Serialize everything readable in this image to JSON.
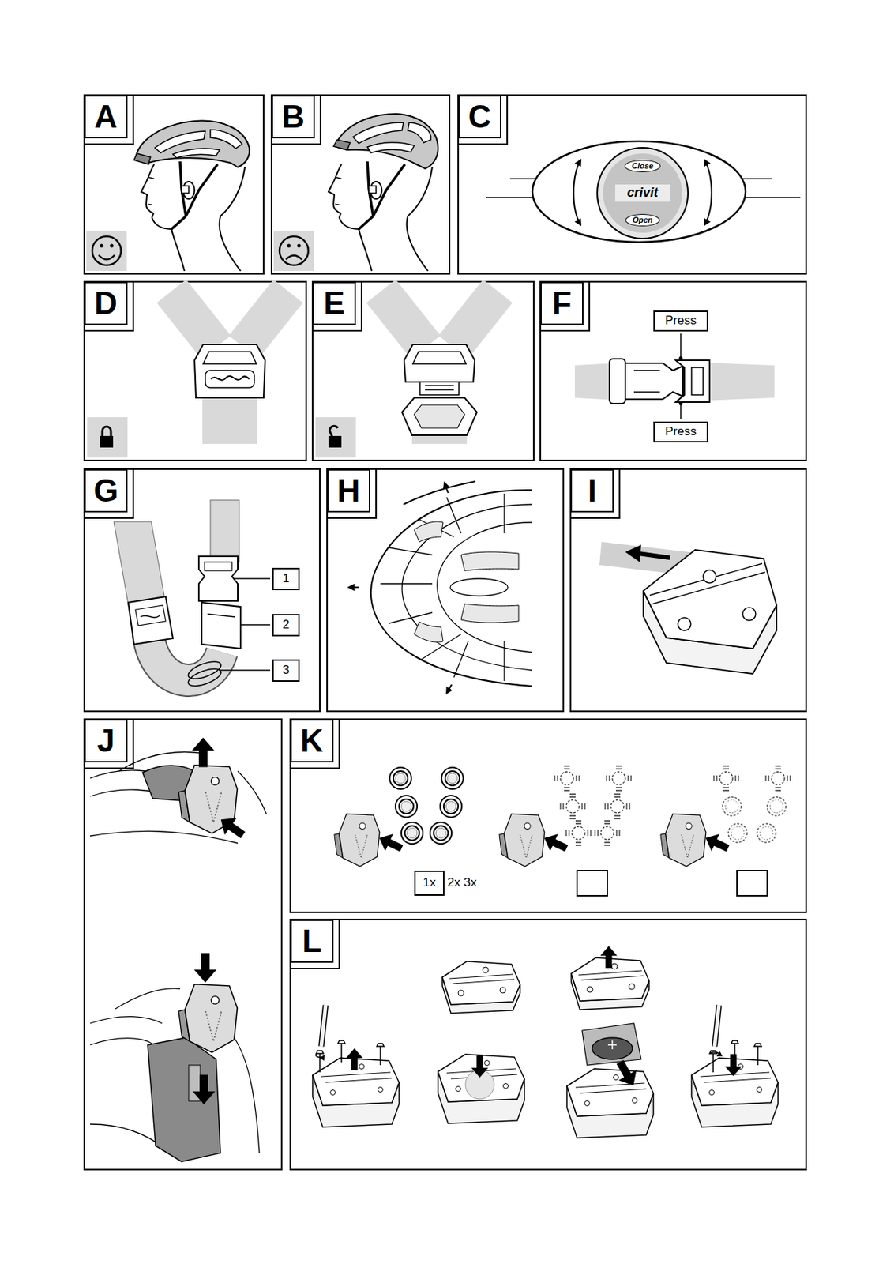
{
  "diagram": {
    "nodes": [
      {
        "text": [
          "A"
        ]
      },
      {
        "text": [
          "B"
        ]
      },
      {
        "text": [
          "C"
        ]
      },
      {
        "text": [
          "Close",
          "crivit",
          "Open"
        ]
      },
      {
        "text": [
          "D"
        ]
      },
      {
        "text": [
          "E"
        ]
      },
      {
        "text": [
          "F"
        ]
      },
      {
        "text": [
          "Press"
        ]
      },
      {
        "text": [
          "Press"
        ]
      },
      {
        "text": [
          "G"
        ]
      },
      {
        "text": [
          "1"
        ]
      },
      {
        "text": [
          "2"
        ]
      },
      {
        "text": [
          "3"
        ]
      },
      {
        "text": [
          "H"
        ]
      },
      {
        "text": [
          "I"
        ]
      },
      {
        "text": [
          "J"
        ]
      },
      {
        "text": [
          "K"
        ]
      },
      {
        "text": [
          "1x"
        ]
      },
      {
        "text": [
          "L"
        ]
      }
    ],
    "labels": [
      "2x 3x"
    ]
  }
}
